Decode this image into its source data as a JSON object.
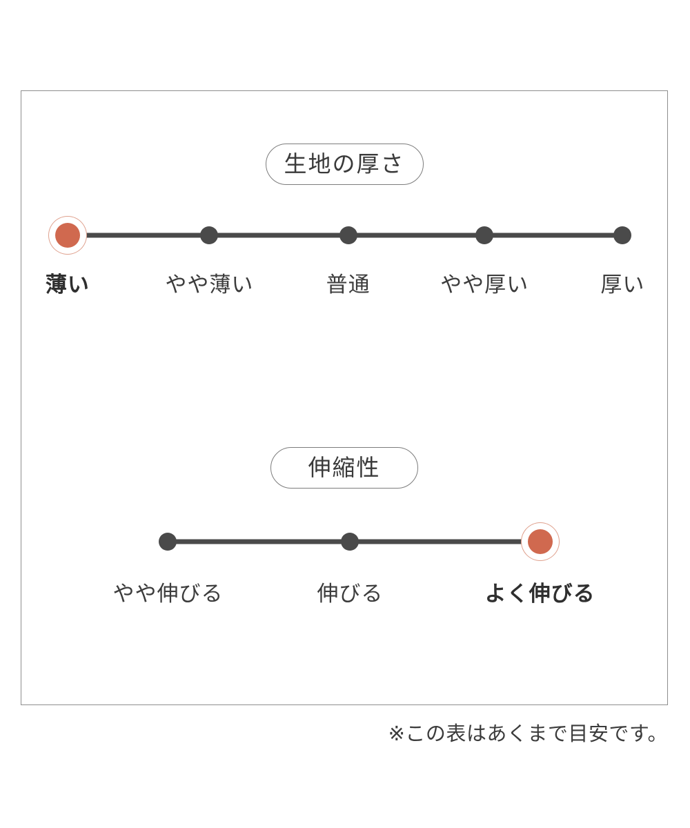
{
  "colors": {
    "selected_fill": "#d0694f",
    "selected_ring": "#dfa08d",
    "node": "#4a4a4a",
    "track": "#4a4a4a",
    "frame_border": "#8d8d8d",
    "pill_border": "#7c7c7c",
    "text": "#3c3c3c",
    "background": "#ffffff"
  },
  "chart_data": {
    "type": "scale",
    "title": "",
    "charts": [
      {
        "name": "fabric-thickness",
        "heading": "生地の厚さ",
        "categories": [
          "薄い",
          "やや薄い",
          "普通",
          "やや厚い",
          "厚い"
        ],
        "positions_pct": [
          7.15,
          29.1,
          50.6,
          71.7,
          93.1
        ],
        "selected_index": 0,
        "selected_label": "薄い"
      },
      {
        "name": "elasticity",
        "heading": "伸縮性",
        "categories": [
          "やや伸びる",
          "伸びる",
          "よく伸びる"
        ],
        "positions_pct": [
          22.7,
          50.9,
          80.3
        ],
        "selected_index": 2,
        "selected_label": "よく伸びる"
      }
    ]
  },
  "footnote": "※この表はあくまで目安です。"
}
